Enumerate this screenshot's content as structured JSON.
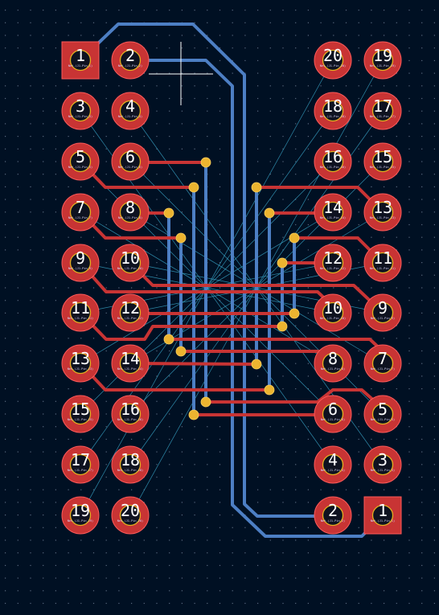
{
  "colors": {
    "background": "#001023",
    "grid": "#5a6a80",
    "front_copper": "#c83434",
    "back_copper": "#4d7fc4",
    "via": "#ecb430",
    "ratsnest": "#3fb4d8",
    "pad_ring": "#c83434",
    "pad_hole": "#0e1220",
    "drill_outline": "#e4b020",
    "cursor": "#ffffff"
  },
  "left_connector": {
    "pins": [
      {
        "number": "1",
        "net": "Net-(J1-Pin_1)",
        "square": true
      },
      {
        "number": "2",
        "net": "Net-(J1-Pin_2)"
      },
      {
        "number": "3",
        "net": "Net-(J1-Pin_3)"
      },
      {
        "number": "4",
        "net": "Net-(J1-Pin_4)"
      },
      {
        "number": "5",
        "net": "Net-(J1-Pin_5)"
      },
      {
        "number": "6",
        "net": "Net-(J1-Pin_6)"
      },
      {
        "number": "7",
        "net": "Net-(J1-Pin_7)"
      },
      {
        "number": "8",
        "net": "Net-(J1-Pin_8)"
      },
      {
        "number": "9",
        "net": "Net-(J1-Pin_9)"
      },
      {
        "number": "10",
        "net": "Net-(J1-Pin_10)"
      },
      {
        "number": "11",
        "net": "Net-(J1-Pin_11)"
      },
      {
        "number": "12",
        "net": "Net-(J1-Pin_12)"
      },
      {
        "number": "13",
        "net": "Net-(J1-Pin_13)"
      },
      {
        "number": "14",
        "net": "Net-(J1-Pin_14)"
      },
      {
        "number": "15",
        "net": "Net-(J1-Pin_15)"
      },
      {
        "number": "16",
        "net": "Net-(J1-Pin_16)"
      },
      {
        "number": "17",
        "net": "Net-(J1-Pin_17)"
      },
      {
        "number": "18",
        "net": "Net-(J1-Pin_18)"
      },
      {
        "number": "19",
        "net": "Net-(J1-Pin_19)"
      },
      {
        "number": "20",
        "net": "Net-(J1-Pin_20)"
      }
    ]
  },
  "right_connector": {
    "pins": [
      {
        "number": "20",
        "net": "Net-(J1-Pin_20)"
      },
      {
        "number": "19",
        "net": "Net-(J1-Pin_19)"
      },
      {
        "number": "18",
        "net": "Net-(J1-Pin_18)"
      },
      {
        "number": "17",
        "net": "Net-(J1-Pin_17)"
      },
      {
        "number": "16",
        "net": "Net-(J1-Pin_16)"
      },
      {
        "number": "15",
        "net": "Net-(J1-Pin_15)"
      },
      {
        "number": "14",
        "net": "Net-(J1-Pin_14)"
      },
      {
        "number": "13",
        "net": "Net-(J1-Pin_13)"
      },
      {
        "number": "12",
        "net": "Net-(J1-Pin_12)"
      },
      {
        "number": "11",
        "net": "Net-(J1-Pin_11)"
      },
      {
        "number": "10",
        "net": "Net-(J1-Pin_10)"
      },
      {
        "number": "9",
        "net": "Net-(J1-Pin_9)"
      },
      {
        "number": "8",
        "net": "Net-(J1-Pin_8)"
      },
      {
        "number": "7",
        "net": "Net-(J1-Pin_7)"
      },
      {
        "number": "6",
        "net": "Net-(J1-Pin_6)"
      },
      {
        "number": "5",
        "net": "Net-(J1-Pin_5)"
      },
      {
        "number": "4",
        "net": "Net-(J1-Pin_4)"
      },
      {
        "number": "3",
        "net": "Net-(J1-Pin_3)"
      },
      {
        "number": "2",
        "net": "Net-(J1-Pin_2)"
      },
      {
        "number": "1",
        "net": "Net-(J1-Pin_1)",
        "square": true
      }
    ]
  }
}
